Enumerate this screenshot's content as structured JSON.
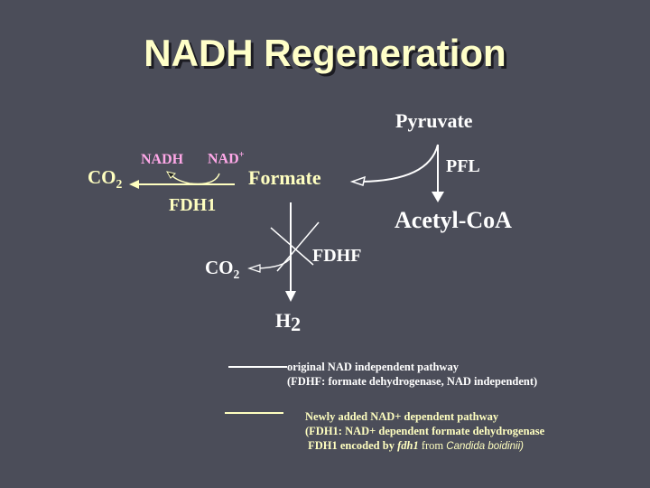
{
  "title": "NADH Regeneration",
  "diagram": {
    "pyruvate": "Pyruvate",
    "pfl": "PFL",
    "acetyl_coa": "Acetyl-CoA",
    "formate": "Formate",
    "co2_left": "CO",
    "co2_left_sub": "2",
    "nadh": "NADH",
    "nad_plus": "NAD",
    "nad_plus_sup": "+",
    "fdh1": "FDH1",
    "fdhf": "FDHF",
    "co2_mid": "CO",
    "co2_mid_sub": "2",
    "h2": "H",
    "h2_sub": "2"
  },
  "legend": {
    "original": {
      "line1": "original NAD independent pathway",
      "line2": "(FDHF: formate dehydrogenase, NAD independent)"
    },
    "new": {
      "line1": "Newly added NAD+ dependent pathway",
      "line2": "(FDH1: NAD+ dependent formate dehydrogenase",
      "line3_prefix": " FDH1 encoded by ",
      "gene": "fdh1",
      "from": " from ",
      "organism": "Candida boidinii)"
    }
  },
  "colors": {
    "background": "#4b4d59",
    "yellow": "#ffffc0",
    "pink": "#ffa8e8",
    "white": "#ffffff"
  }
}
